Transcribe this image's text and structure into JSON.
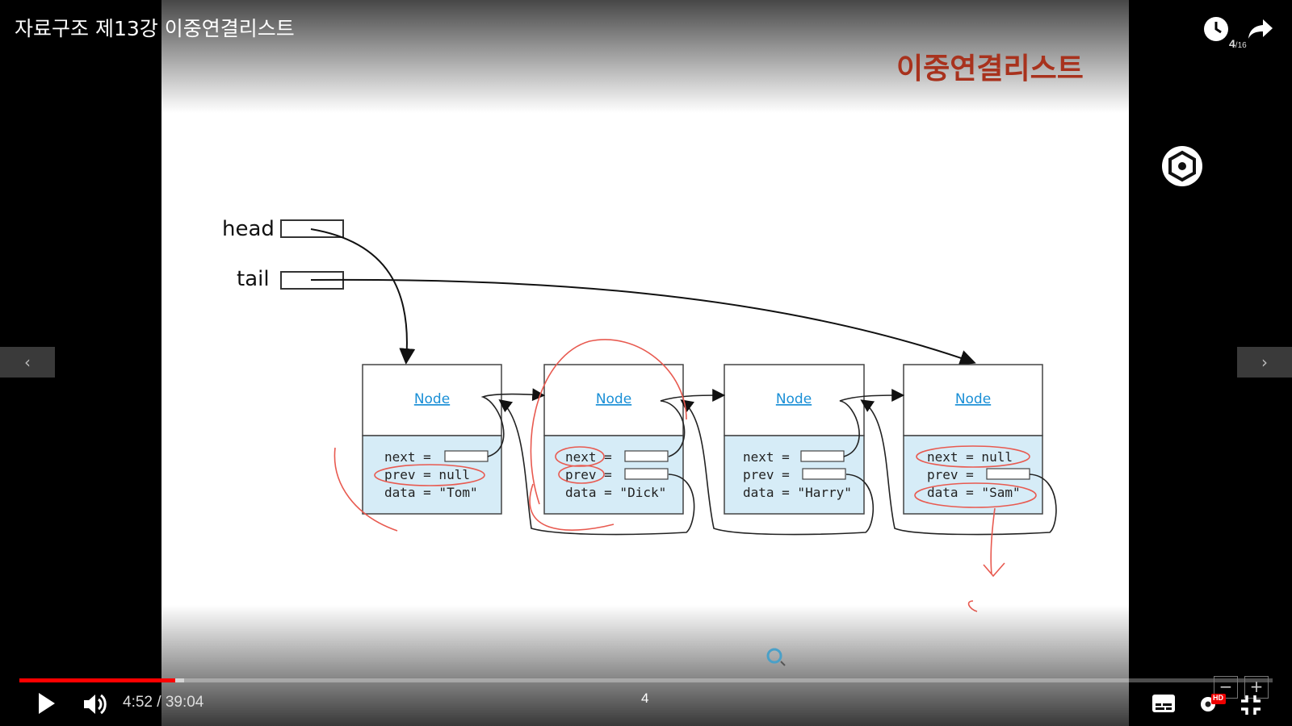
{
  "video": {
    "title": "자료구조 제13강 이중연결리스트",
    "current_time": "4:52",
    "duration": "39:04",
    "time_display": "4:52 / 39:04",
    "progress_fraction": 0.1245,
    "buffer_fraction": 0.1315,
    "accent_color": "#ff0000"
  },
  "slide": {
    "heading": "이중연결리스트",
    "heading_color": "#a8321d",
    "page_number": "4",
    "counter_current": "4",
    "counter_total": "/16",
    "pointer_labels": {
      "head": "head",
      "tail": "tail"
    },
    "node_title": "Node",
    "nodes": [
      {
        "title": "Node",
        "next": "next =",
        "next_val": "",
        "prev": "prev = null",
        "prev_val": "",
        "data": "data = \"Tom\""
      },
      {
        "title": "Node",
        "next": "next =",
        "next_val": "",
        "prev": "prev =",
        "prev_val": "",
        "data": "data = \"Dick\""
      },
      {
        "title": "Node",
        "next": "next =",
        "next_val": "",
        "prev": "prev =",
        "prev_val": "",
        "data": "data = \"Harry\""
      },
      {
        "title": "Node",
        "next": "next = null",
        "next_val": "",
        "prev": "prev =",
        "prev_val": "",
        "data": "data = \"Sam\""
      }
    ]
  },
  "controls": {
    "play_icon": "play-icon",
    "volume_icon": "volume-icon",
    "subtitles_icon": "subtitles-icon",
    "settings_icon": "settings-gear-icon",
    "hd_badge": "HD",
    "fullscreen_exit_icon": "exit-fullscreen-icon",
    "watch_later_icon": "clock-icon",
    "share_icon": "share-icon",
    "zoom_out": "−",
    "zoom_in": "+",
    "prev_arrow": "‹",
    "next_arrow": "›"
  }
}
